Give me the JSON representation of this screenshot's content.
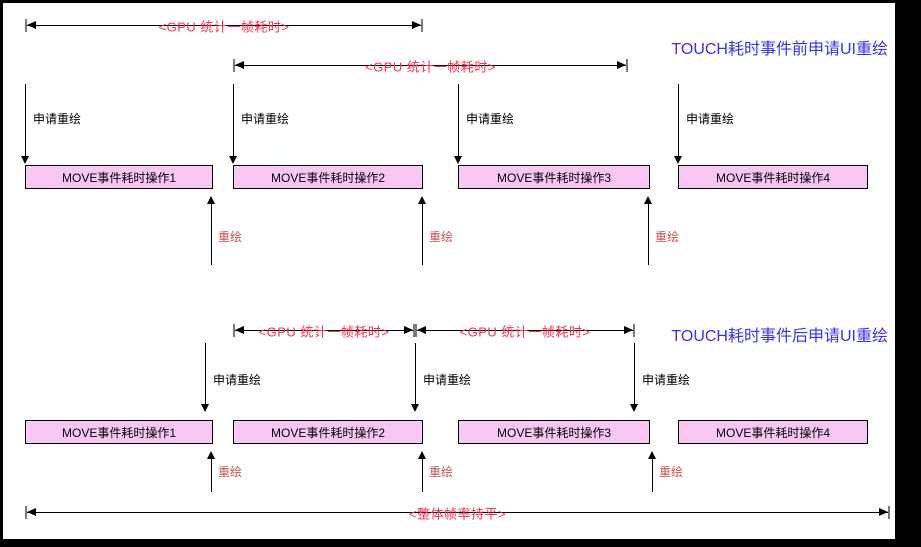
{
  "colors": {
    "arrow_text_red": "#ff2d50",
    "redraw_red": "#c9534f",
    "title_blue": "#3b2ff0",
    "box_fill_pink": "#f9c7f3",
    "line_black": "#000000",
    "tick_gray": "#7a7a7a"
  },
  "section1": {
    "title": "TOUCH耗时事件前申请UI重绘",
    "gpu_arrows": [
      "<GPU 统计一帧耗时>",
      "<GPU 统计一帧耗时>"
    ],
    "request_redraw": [
      "申请重绘",
      "申请重绘",
      "申请重绘",
      "申请重绘"
    ],
    "boxes": [
      "MOVE事件耗时操作1",
      "MOVE事件耗时操作2",
      "MOVE事件耗时操作3",
      "MOVE事件耗时操作4"
    ],
    "redraw": [
      "重绘",
      "重绘",
      "重绘"
    ]
  },
  "section2": {
    "title": "TOUCH耗时事件后申请UI重绘",
    "gpu_arrows": [
      "<GPU 统计一帧耗时>",
      "<GPU 统计一帧耗时>"
    ],
    "request_redraw": [
      "申请重绘",
      "申请重绘",
      "申请重绘"
    ],
    "boxes": [
      "MOVE事件耗时操作1",
      "MOVE事件耗时操作2",
      "MOVE事件耗时操作3",
      "MOVE事件耗时操作4"
    ],
    "redraw": [
      "重绘",
      "重绘",
      "重绘"
    ]
  },
  "footer": {
    "overall": "<整体帧率持平>"
  }
}
